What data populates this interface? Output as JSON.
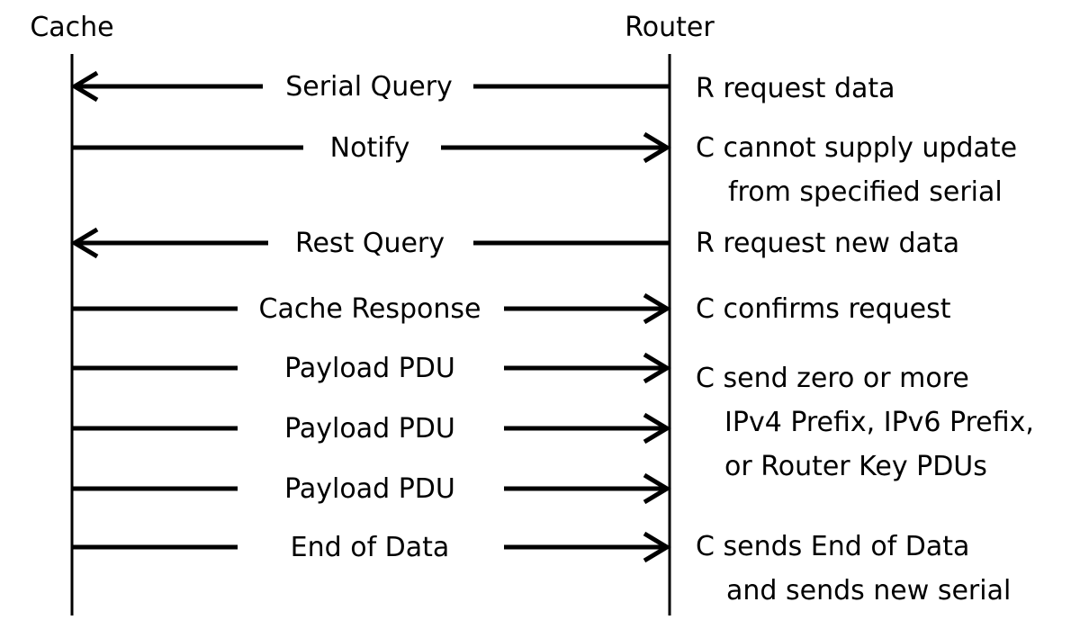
{
  "participants": {
    "left": "Cache",
    "right": "Router"
  },
  "messages": [
    {
      "label": "Serial Query",
      "direction": "left"
    },
    {
      "label": "Notify",
      "direction": "right"
    },
    {
      "label": "Rest Query",
      "direction": "left"
    },
    {
      "label": "Cache Response",
      "direction": "right"
    },
    {
      "label": "Payload PDU",
      "direction": "right"
    },
    {
      "label": "Payload PDU",
      "direction": "right"
    },
    {
      "label": "Payload PDU",
      "direction": "right"
    },
    {
      "label": "End of Data",
      "direction": "right"
    }
  ],
  "notes": [
    {
      "lines": [
        "R request data"
      ]
    },
    {
      "lines": [
        "C cannot supply update",
        "from specified serial"
      ]
    },
    {
      "lines": [
        "R request new data"
      ]
    },
    {
      "lines": [
        "C confirms request"
      ]
    },
    {
      "lines": [
        "C send zero or more",
        "IPv4 Prefix, IPv6 Prefix,",
        "or Router Key PDUs"
      ]
    },
    {
      "lines": [
        "C sends End of Data",
        "and sends new serial"
      ]
    }
  ],
  "colors": {
    "ink": "#000000",
    "background": "#ffffff"
  }
}
